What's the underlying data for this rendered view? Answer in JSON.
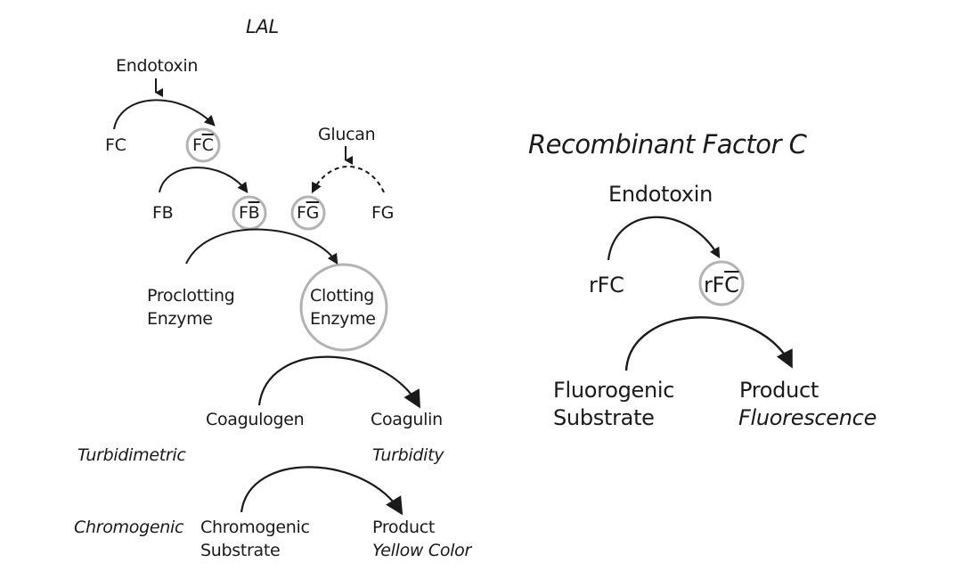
{
  "lal": {
    "title": "LAL",
    "endotoxin": "Endotoxin",
    "fc": "FC",
    "fc_active": {
      "prefix": "F",
      "barred": "C"
    },
    "fb": "FB",
    "fb_active": {
      "prefix": "F",
      "barred": "B"
    },
    "glucan": "Glucan",
    "fg": "FG",
    "fg_active": {
      "prefix": "F",
      "barred": "G"
    },
    "proclotting": [
      "Proclotting",
      "Enzyme"
    ],
    "clotting": [
      "Clotting",
      "Enzyme"
    ],
    "coagulogen": "Coagulogen",
    "coagulin": "Coagulin",
    "turbidimetric": "Turbidimetric",
    "turbidity": "Turbidity",
    "chromogenic": "Chromogenic",
    "chromogenic_substrate": [
      "Chromogenic",
      "Substrate"
    ],
    "product": "Product",
    "yellow_color": "Yellow Color"
  },
  "rfc": {
    "title": "Recombinant Factor C",
    "endotoxin": "Endotoxin",
    "rfc": "rFC",
    "rfc_active": {
      "prefix": "rF",
      "barred": "C"
    },
    "fluorogenic_substrate": [
      "Fluorogenic",
      "Substrate"
    ],
    "product": "Product",
    "fluorescence": "Fluorescence"
  },
  "colors": {
    "ink": "#1a1a1a",
    "circle": "#b3b3b3"
  }
}
